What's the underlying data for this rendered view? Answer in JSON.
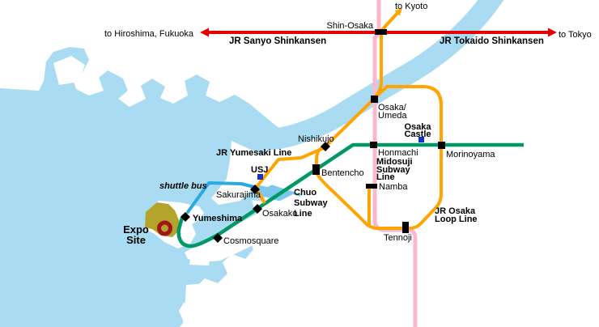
{
  "colors": {
    "water": "#A9DCF2",
    "channel": "#7EC8EB",
    "land": "#FFFFFF",
    "shinkansen_red": "#E60000",
    "jr_orange": "#FFA400",
    "midosuji_pink": "#FBB7CB",
    "midosuji_text": "#FB9BBE",
    "chuo_green": "#009966",
    "shuttle_blue": "#29ABE2",
    "poi_blue": "#1133CC",
    "dest_gray": "#999999",
    "expo_area": "#B5A42C",
    "expo_text": "#A3A300",
    "expo_ring": "#A01616",
    "station_black": "#000000"
  },
  "destinations": {
    "hiroshima_fukuoka": "to Hiroshima, Fukuoka",
    "tokyo": "to Tokyo",
    "kyoto": "to Kyoto"
  },
  "lines": {
    "sanyo": {
      "label": "JR Sanyo Shinkansen"
    },
    "tokaido": {
      "label": "JR Tokaido Shinkansen"
    },
    "yumesaki": {
      "label": "JR Yumesaki Line"
    },
    "loop": {
      "lines": [
        "JR Osaka",
        "Loop Line"
      ]
    },
    "midosuji": {
      "lines": [
        "Midosuji",
        "Subway",
        "Line"
      ]
    },
    "chuo": {
      "lines": [
        "Chuo",
        "Subway",
        "Line"
      ]
    },
    "shuttle": {
      "label": "shuttle bus"
    }
  },
  "stations": {
    "shin_osaka": {
      "label": "Shin-Osaka"
    },
    "osaka_umeda": {
      "lines": [
        "Osaka/",
        "Umeda"
      ]
    },
    "honmachi": {
      "label": "Honmachi"
    },
    "morinoyama": {
      "label": "Morinoyama"
    },
    "namba": {
      "label": "Namba"
    },
    "tennoji": {
      "label": "Tennoji"
    },
    "nishikujo": {
      "label": "Nishikujo"
    },
    "bentencho": {
      "label": "Bentencho"
    },
    "sakurajima": {
      "label": "Sakurajima"
    },
    "yumeshima": {
      "label": "Yumeshima"
    },
    "osakako": {
      "label": "Osakako"
    },
    "cosmosquare": {
      "label": "Cosmosquare"
    }
  },
  "pois": {
    "usj": {
      "label": "USJ"
    },
    "osaka_castle": {
      "lines": [
        "Osaka",
        "Castle"
      ]
    },
    "expo_site": {
      "lines": [
        "Expo",
        "Site"
      ]
    }
  }
}
